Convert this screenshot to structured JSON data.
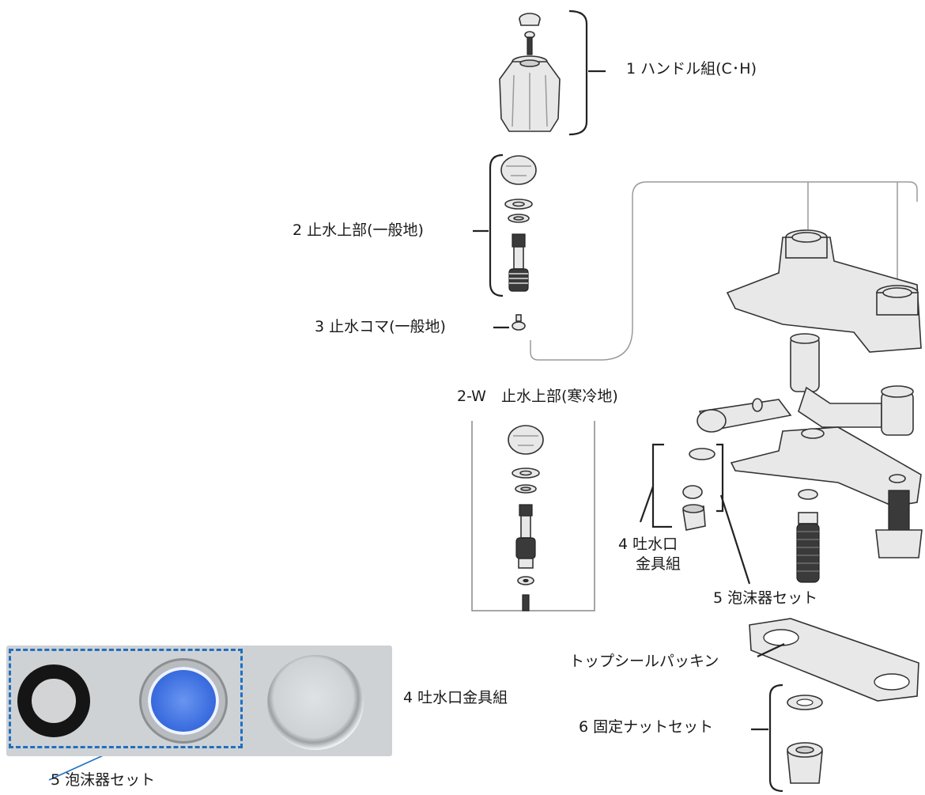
{
  "labels": {
    "handle_set": "1 ハンドル組(C･H)",
    "stop_upper_general": "2 止水上部(一般地)",
    "stop_koma_general": "3 止水コマ(一般地)",
    "stop_upper_cold": "2-W　止水上部(寒冷地)",
    "spout_fitting_set_line1": "4 吐水口",
    "spout_fitting_set_line2": "金具組",
    "aerator_set": "5 泡沫器セット",
    "top_seal_packing": "トップシールパッキン",
    "fixing_nut_set": "6 固定ナットセット",
    "photo_spout_fitting_set": "4 吐水口金具組",
    "photo_aerator_set": "5 泡沫器セット"
  },
  "colors": {
    "aerator_mesh": "#3d6fe0",
    "photo_highlight_border": "#1f6fc2",
    "photo_background": "#cfd2d4"
  }
}
